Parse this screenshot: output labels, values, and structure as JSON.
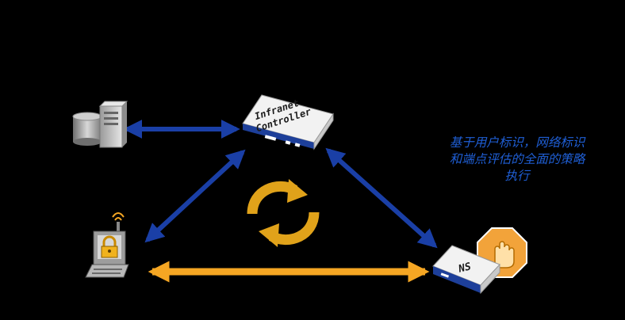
{
  "controller": {
    "line1": "Infranet",
    "line2": "Controller"
  },
  "enforcer": {
    "label": "NS"
  },
  "caption": {
    "line1": "基于用户标识，网络标识",
    "line2": "和端点评估的全面的策略",
    "line3": "执行"
  },
  "colors": {
    "background": "#000000",
    "blue_arrow": "#1a3fa6",
    "orange_arrow": "#f5a623",
    "caption": "#1f5fd6",
    "sync_icon": "#e0a21a",
    "stop_sign": "#f2a33a"
  },
  "icons": {
    "server": "server-database-icon",
    "laptop": "laptop-lock-icon",
    "sync": "refresh-cycle-icon",
    "stop": "stop-hand-icon",
    "controller": "infranet-controller-appliance",
    "enforcer": "ns-appliance"
  }
}
